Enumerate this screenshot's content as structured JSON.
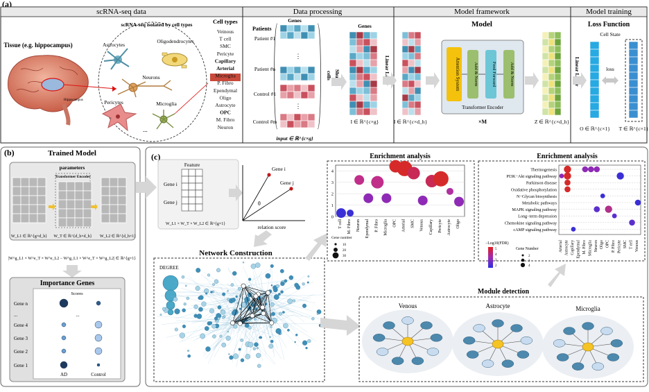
{
  "panel_a": {
    "label": "(a)",
    "sections": {
      "scrna": "scRNA-seq data",
      "processing": "Data processing",
      "framework": "Model framework",
      "training": "Model training"
    },
    "isolated_title": "scRNA-seq isolated by cell types",
    "tissue_label": "Tissue (e.g. hippocampus)",
    "hippocampus_label": "Hippocampus",
    "cell_names": {
      "astrocytes": "Astrocytes",
      "oligodendrocytes": "Oligodendrocytes",
      "neurons": "Neurons",
      "pericytes": "Pericytes",
      "microglia": "Microglia",
      "ellipsis": "..."
    },
    "cell_types_title": "Cell types",
    "cell_types": [
      "Veinous",
      "T cell",
      "SMC",
      "Pericyte",
      "Capillary",
      "Arterial",
      "Microglia",
      "P. Fibro",
      "Ependymal",
      "Oligo",
      "Astrocyte",
      "OPC",
      "M. Fibro",
      "Neuron"
    ],
    "patients_title": "Patients",
    "genes_label": "Genes",
    "patients": [
      "Patient #1",
      "Patient #n",
      "Control #1",
      "Control #m"
    ],
    "cells_label": "cells",
    "shuffle_label": "Shuffle",
    "input_label": "input ∈ ℝ^{c×g}",
    "I_label": "I ∈ ℝ^{c×g}",
    "I2_label": "I ∈ ℝ^{c×d_h}",
    "linear_layer": "Linear Layer",
    "model_title": "Model",
    "attention": "Attention System",
    "add_norm": "Add & Norm",
    "feed_forward": "Feed Forward",
    "transformer_encoder": "Transformer Encoder",
    "times_m": "×M",
    "Z_label": "Z ∈ ℝ^{c×d_h}",
    "loss_function": "Loss Function",
    "cell_state": "Cell State",
    "loss": "loss",
    "O_label": "O ∈ ℝ^{c×1}",
    "T_label": "T ∈ ℝ^{c×1}"
  },
  "panel_b": {
    "label": "(b)",
    "title": "Trained  Model",
    "parameters": "parameters",
    "transformer_encoder": "Transformer Encoder",
    "w_labels": [
      "W_L1 ∈ ℝ^{g×d_h}",
      "W_T ∈ ℝ^{d_h×d_h}",
      "W_L2 ∈ ℝ^{d_h×1}"
    ],
    "formula": "|W^g_L1 × W^e_T × W^e_L2 − W^g_L1 × W^e_T × W^g_L2| ∈ ℝ^{g×1}",
    "importance_title": "Importance Genes",
    "scores": "Scores",
    "genes": [
      "Gene n",
      "...",
      "Gene 4",
      "Gene 3",
      "Gene 2",
      "Gene 1"
    ],
    "groups": [
      "AD",
      "Control"
    ]
  },
  "panel_c": {
    "label": "(c)",
    "feature": "Feature",
    "gene_i": "Gene i",
    "gene_j": "Gene j",
    "theta": "θ",
    "relation_score": "relation score",
    "w_product": "W_L1 × W_T × W_L2 ∈ ℝ^{g×1}",
    "network_title": "Network Construction",
    "degree": "DEGREE",
    "enrich1": {
      "title": "Enrichment analysis",
      "categories": [
        "T cell",
        "M. Fibro",
        "Neuron",
        "Ependymal",
        "P. Fibro",
        "Microglia",
        "OPC",
        "Arterial",
        "SMC",
        "Venous",
        "Capillary",
        "Pericyte",
        "Astrocyte",
        "Oligo"
      ],
      "yticks": [
        "0",
        "1",
        "2",
        "3",
        "4"
      ],
      "values": [
        0.3,
        0.3,
        3.2,
        1.6,
        3.0,
        1.6,
        4.4,
        4.2,
        3.8,
        1.4,
        3.1,
        3.3,
        2.2,
        1.3
      ],
      "sizes": [
        2,
        1,
        2,
        2,
        3,
        2,
        3,
        4,
        3,
        2,
        3,
        4,
        1,
        2
      ],
      "colors": [
        "#3a2fd6",
        "#3a2fd6",
        "#c02e8a",
        "#8e2ab5",
        "#c02e8a",
        "#8e2ab5",
        "#d62a2a",
        "#d62a2a",
        "#c82a55",
        "#8e2ab5",
        "#c82a55",
        "#d62a2a",
        "#b030a0",
        "#8e2ab5"
      ],
      "legend_title": "Gene number",
      "legend_values": [
        "10",
        "20",
        "30"
      ]
    },
    "enrich2": {
      "title": "Enrichment analysis",
      "pathways": [
        "Thermogenesis",
        "PI3K−Akt signaling pathway",
        "Parkinson disease",
        "Oxidative phosphorylation",
        "N−Glycan biosynthesis",
        "Metabolic pathways",
        "MAPK signaling pathway",
        "Long−term depression",
        "Chemokine signaling pathway",
        "cAMP signaling pathway"
      ],
      "celltypes": [
        "Arterial",
        "Astrocyte",
        "Capillary",
        "Ependymal",
        "M. Fibro",
        "Microglia",
        "Neuron",
        "Oligo",
        "OPC",
        "P. Fibro",
        "Pericyte",
        "SMC",
        "T cell",
        "Venous"
      ],
      "legend_title": "−Log10(FDR)",
      "legend_ticks": [
        "5",
        "4",
        "3",
        "2"
      ],
      "size_title": "Gene Number",
      "size_values": [
        "2",
        "3",
        "4"
      ]
    },
    "module_title": "Module detection",
    "modules": [
      "Venous",
      "Astrocyte",
      "Microglia"
    ]
  }
}
